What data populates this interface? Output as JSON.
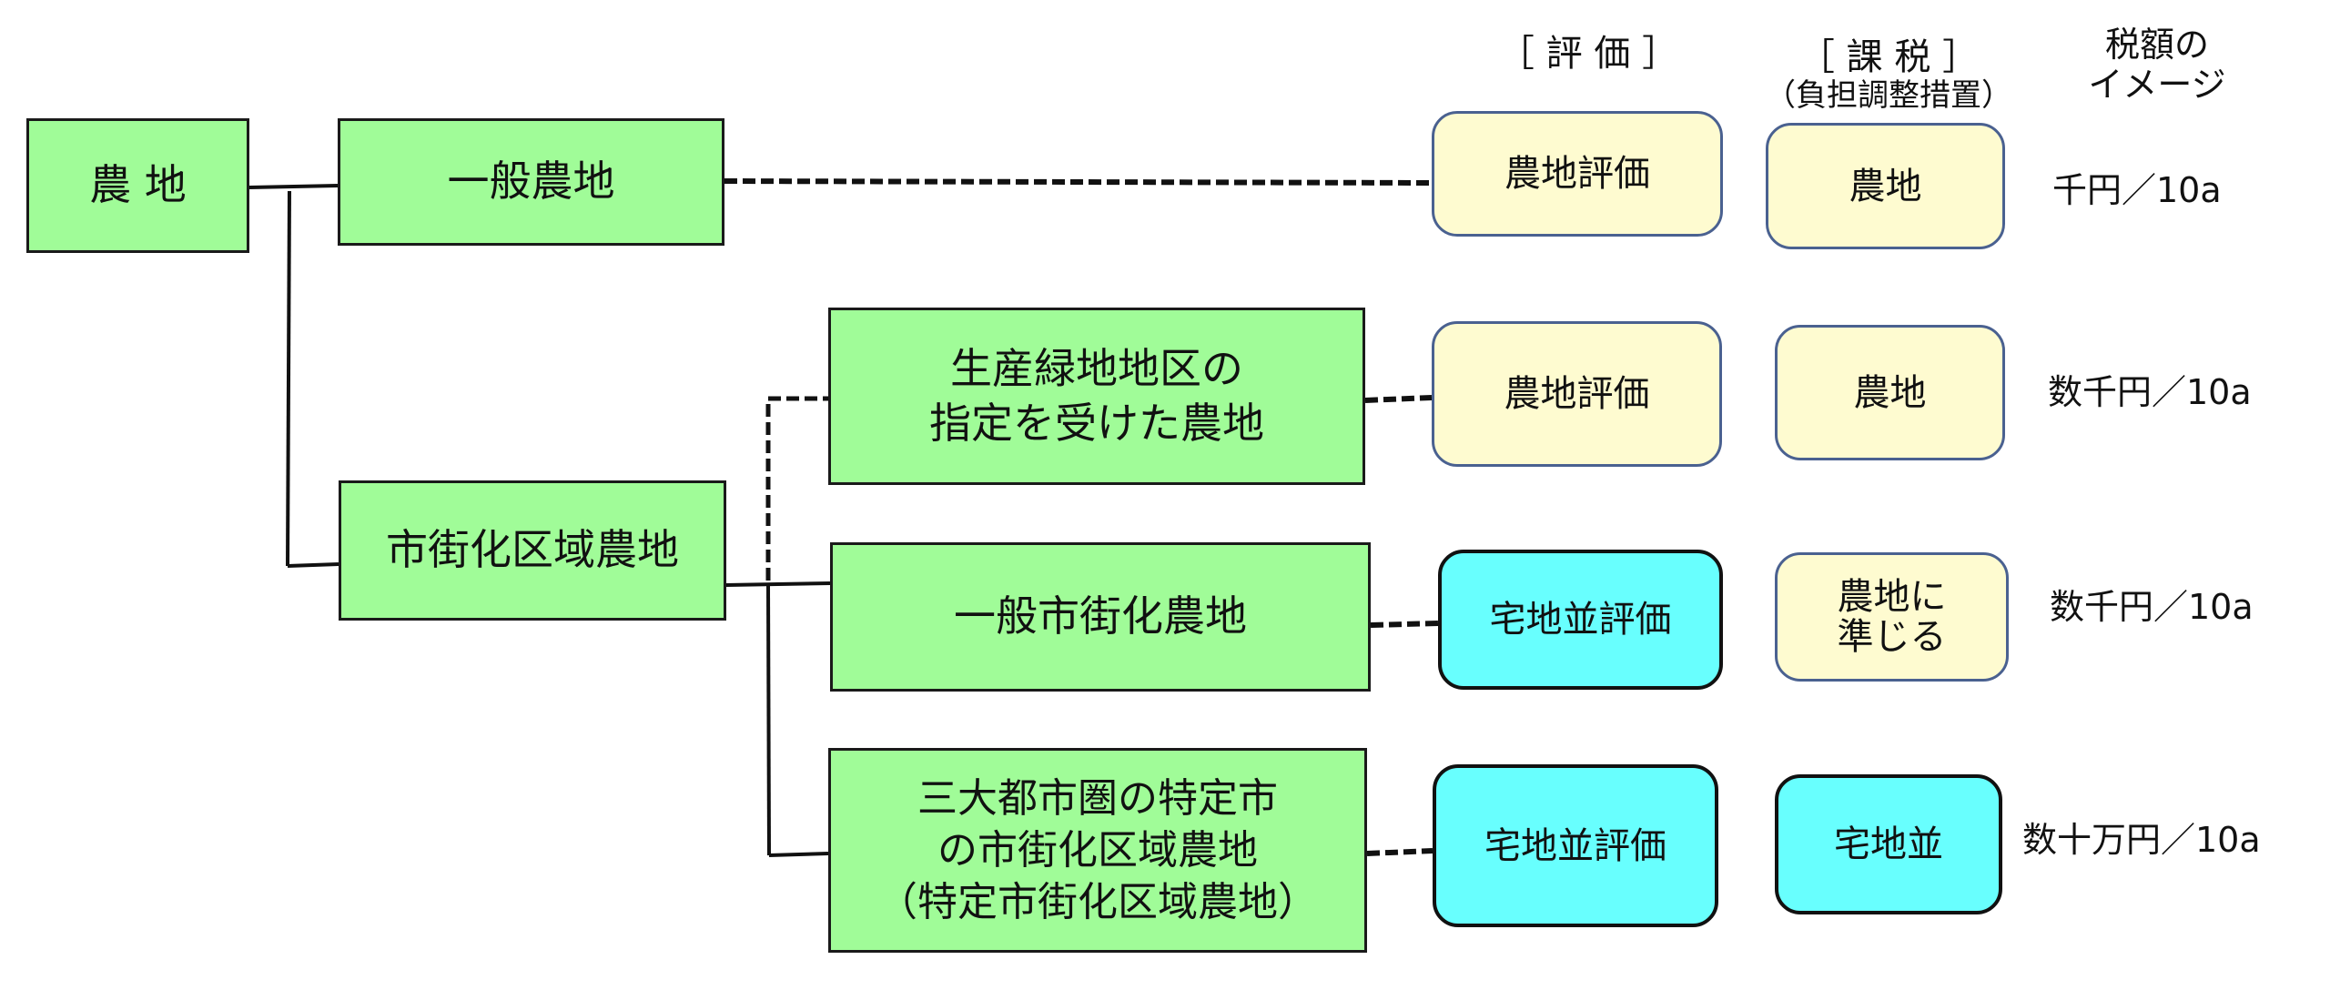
{
  "headers": {
    "evaluation": "［ 評 価 ］",
    "taxation": "［ 課 税 ］",
    "taxation_sub": "（負担調整措置）",
    "tax_image": "税額の\nイメージ"
  },
  "root": {
    "label": "農 地"
  },
  "level1": [
    {
      "id": "general-farmland",
      "label": "一般農地"
    },
    {
      "id": "urbanization-farmland",
      "label": "市街化区域農地"
    }
  ],
  "level2": [
    {
      "id": "productive-green",
      "label": "生産緑地地区の\n指定を受けた農地"
    },
    {
      "id": "general-urban",
      "label": "一般市街化農地"
    },
    {
      "id": "specified-urban",
      "label": "三大都市圏の特定市\nの市街化区域農地\n（特定市街化区域農地）"
    }
  ],
  "rows": [
    {
      "evaluation": "農地評価",
      "taxation": "農地",
      "amount": "千円／10a",
      "eval_style": "cream",
      "tax_style": "cream"
    },
    {
      "evaluation": "農地評価",
      "taxation": "農地",
      "amount": "数千円／10a",
      "eval_style": "cream",
      "tax_style": "cream"
    },
    {
      "evaluation": "宅地並評価",
      "taxation": "農地に\n準じる",
      "amount": "数千円／10a",
      "eval_style": "cyan",
      "tax_style": "cream"
    },
    {
      "evaluation": "宅地並評価",
      "taxation": "宅地並",
      "amount": "数十万円／10a",
      "eval_style": "cyan",
      "tax_style": "cyan"
    }
  ],
  "colors": {
    "category_fill": "#a0fc98",
    "farmland_fill": "#fefbd0",
    "residential_fill": "#68fffe",
    "farmland_border": "#4a6190"
  }
}
